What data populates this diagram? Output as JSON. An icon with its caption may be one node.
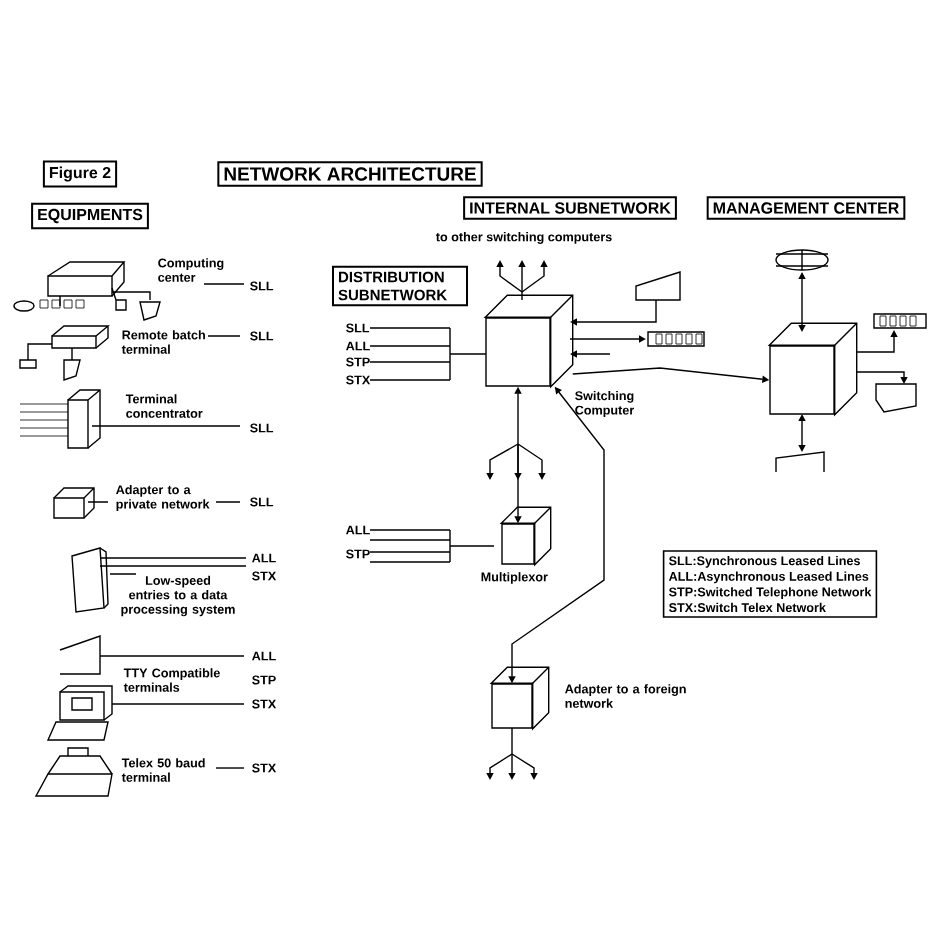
{
  "diagram": {
    "nodes": [
      {
        "text": [
          "Figure 2"
        ]
      },
      {
        "text": [
          "NETWORK ARCHITECTURE"
        ]
      },
      {
        "text": [
          "EQUIPMENTS"
        ]
      },
      {
        "text": [
          "INTERNAL SUBNETWORK"
        ]
      },
      {
        "text": [
          "MANAGEMENT CENTER"
        ]
      },
      {
        "text": [
          "DISTRIBUTION SUBNETWORK"
        ]
      },
      {
        "text": [],
        "shape": "box",
        "beside": [
          "Switching Computer"
        ]
      },
      {
        "text": [],
        "shape": "box"
      },
      {
        "text": [],
        "shape": "box",
        "beside": [
          "Multiplexor"
        ]
      },
      {
        "text": [
          "SLL:Synchronous Leased Lines",
          "ALL:Asynchronous Leased Lines",
          "STP:Switched Telephone Network",
          "STX:Switch Telex Network"
        ]
      },
      {
        "text": [],
        "shape": "box",
        "beside": [
          "Adapter to a foreign network"
        ]
      }
    ],
    "edges": [
      {
        "from": 6,
        "to": 8,
        "arrow": "both"
      },
      {
        "from": 10,
        "to": 6,
        "arrow": "both"
      },
      {
        "from": 6,
        "to": 7,
        "arrow": "to"
      }
    ],
    "labels": [
      "to other switching computers",
      "SLL",
      "ALL",
      "STP",
      "STX",
      "ALL",
      "STP",
      "Computing center",
      "SLL",
      "Remote batch terminal",
      "SLL",
      "Terminal concentrator",
      "SLL",
      "Adapter to a private network",
      "SLL",
      "Low-speed entries to a data processing system",
      "ALL",
      "STX",
      "ALL",
      "TTY Compatible terminals",
      "STP",
      "STX",
      "Telex 50 baud terminal",
      "STX"
    ]
  }
}
